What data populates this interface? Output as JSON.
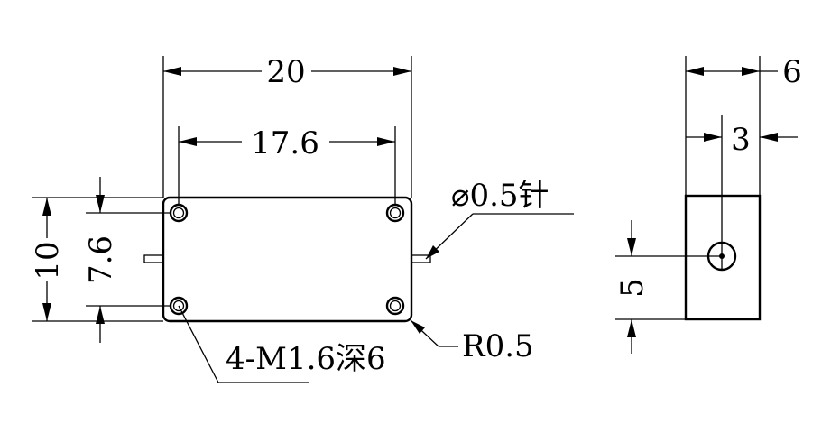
{
  "drawing": {
    "dimensions": {
      "overall_width": "20",
      "hole_spacing_width": "17.6",
      "overall_height": "10",
      "hole_spacing_height": "7.6",
      "side_depth": "6",
      "side_pin_offset": "3",
      "side_pin_height": "5"
    },
    "annotations": {
      "pin": "⌀0.5针",
      "holes": "4-M1.6深6",
      "corner_radius": "R0.5"
    }
  }
}
